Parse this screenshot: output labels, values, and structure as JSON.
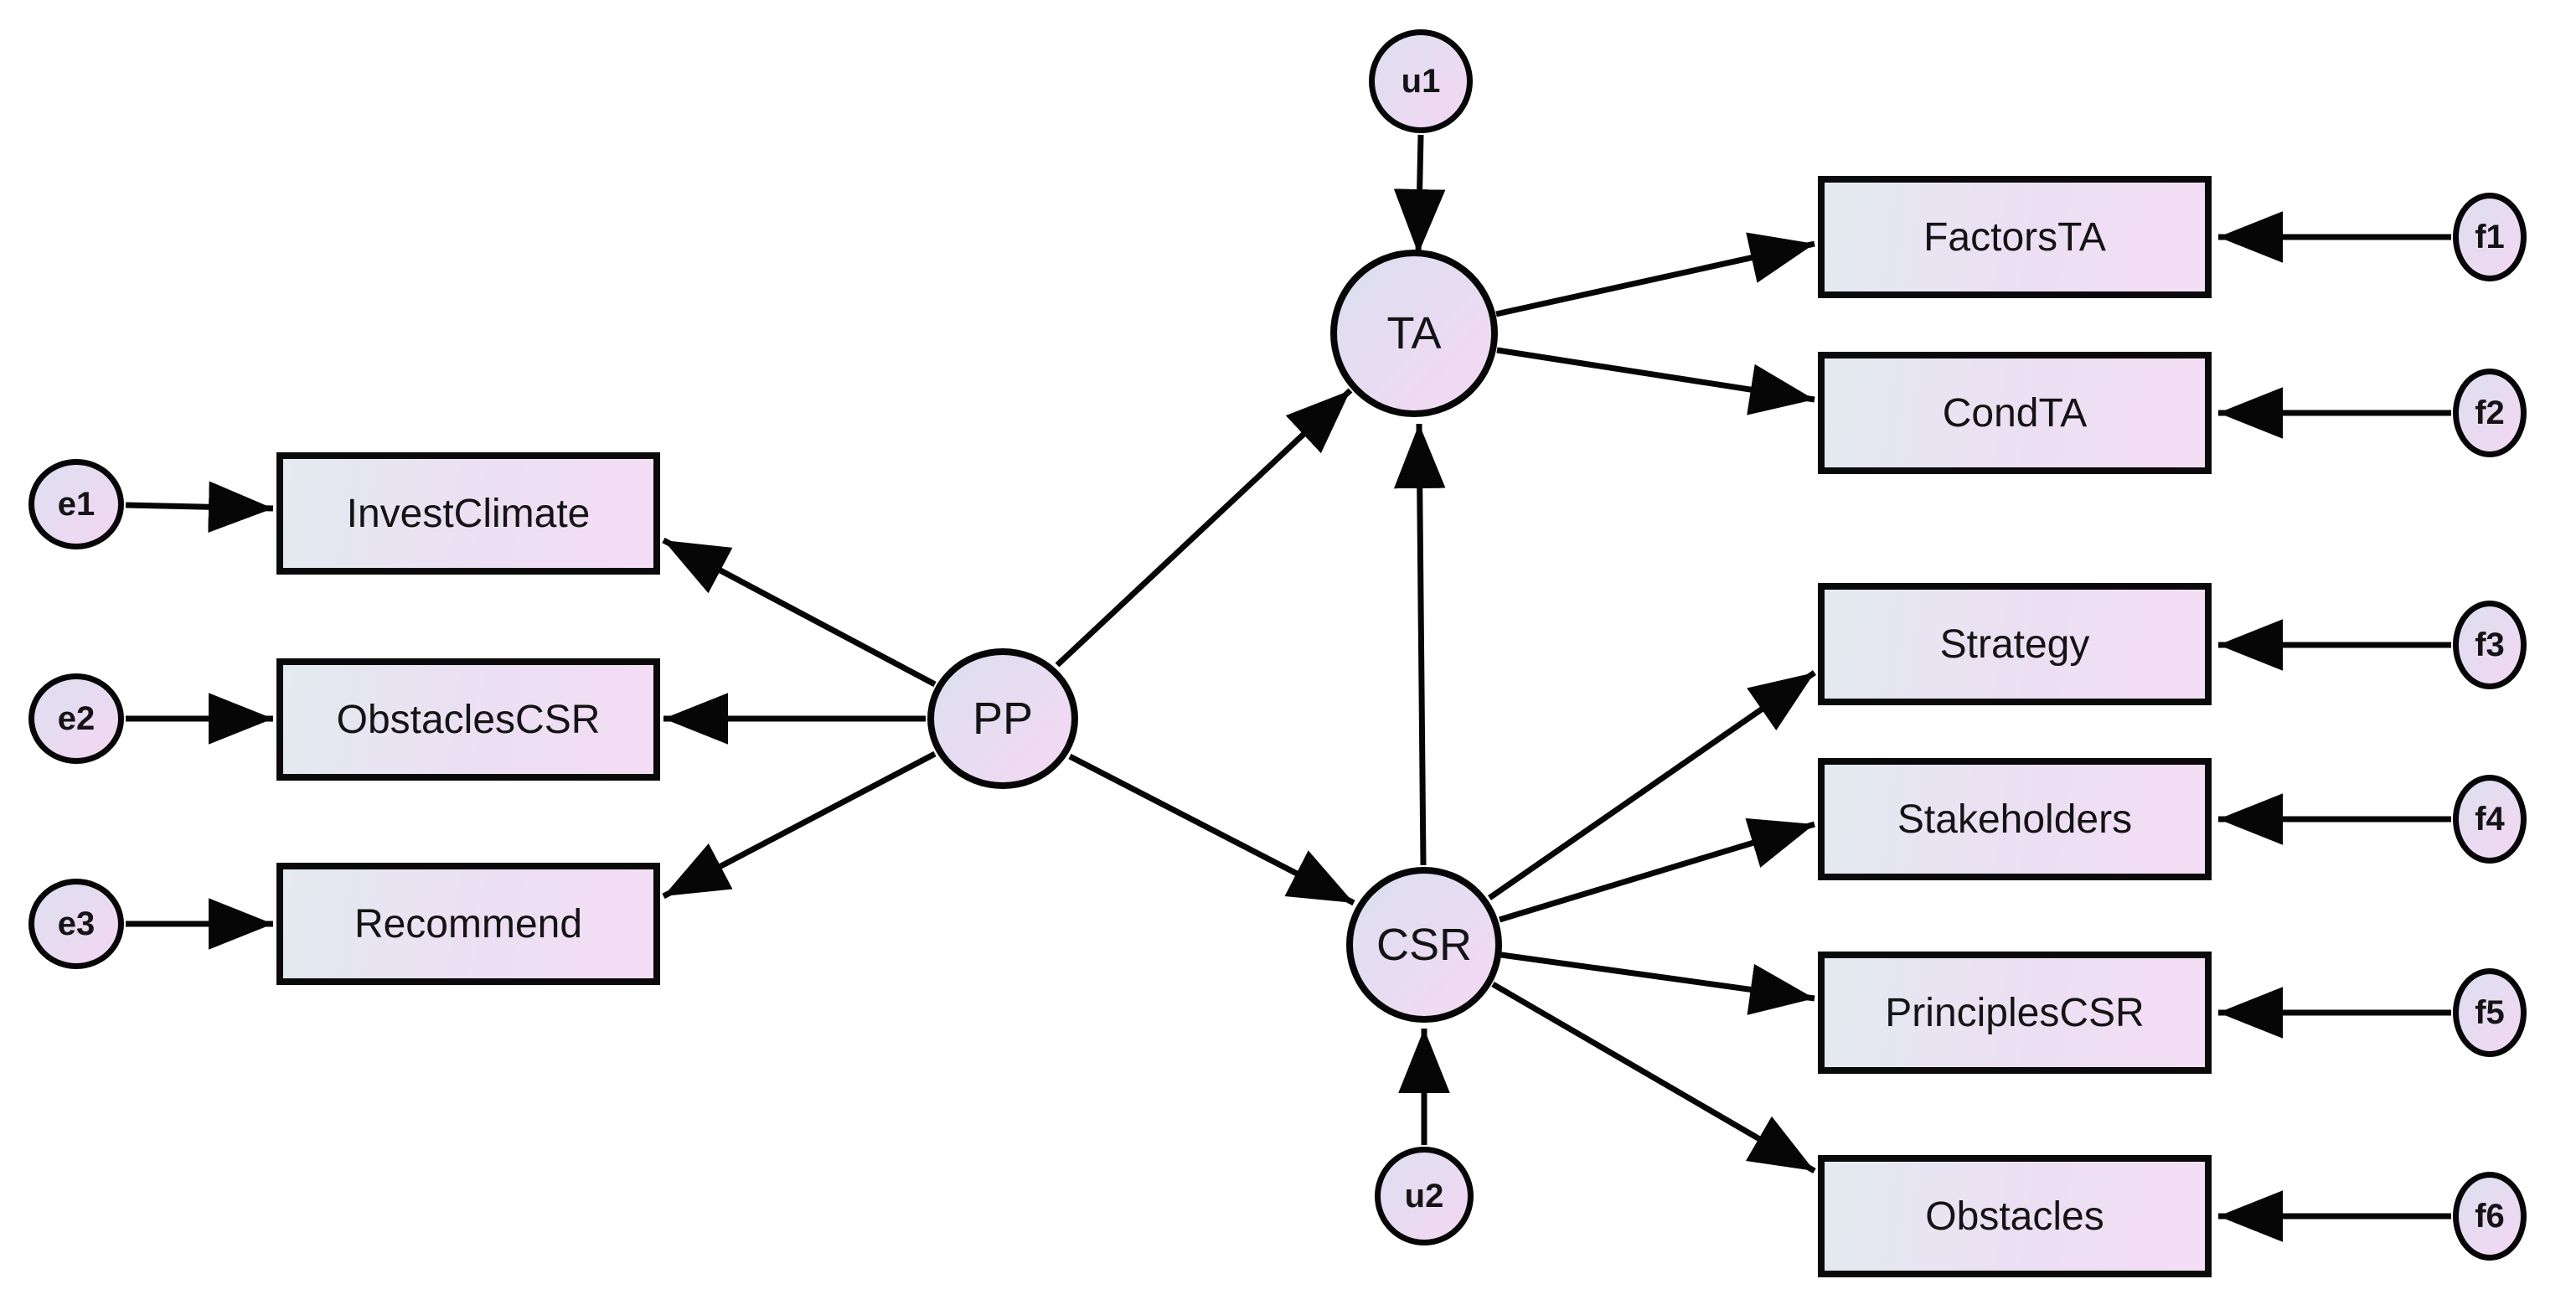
{
  "diagram": {
    "kind": "structural-equation-model-path-diagram",
    "background": "#ffffff",
    "colors": {
      "node_gradient_start": "#dadfef",
      "node_gradient_end": "#f5d7f3",
      "box_gradient_start": "#e3eaf0",
      "box_gradient_end": "#f4def5",
      "stroke": "#060606",
      "text": "#141414"
    }
  },
  "nodes": {
    "pp": {
      "label": "PP",
      "type": "latent"
    },
    "ta": {
      "label": "TA",
      "type": "latent"
    },
    "csr": {
      "label": "CSR",
      "type": "latent"
    },
    "u1": {
      "label": "u1",
      "type": "disturbance"
    },
    "u2": {
      "label": "u2",
      "type": "disturbance"
    },
    "e1": {
      "label": "e1",
      "type": "error"
    },
    "e2": {
      "label": "e2",
      "type": "error"
    },
    "e3": {
      "label": "e3",
      "type": "error"
    },
    "f1": {
      "label": "f1",
      "type": "error"
    },
    "f2": {
      "label": "f2",
      "type": "error"
    },
    "f3": {
      "label": "f3",
      "type": "error"
    },
    "f4": {
      "label": "f4",
      "type": "error"
    },
    "f5": {
      "label": "f5",
      "type": "error"
    },
    "f6": {
      "label": "f6",
      "type": "error"
    },
    "investclimate": {
      "label": "InvestClimate",
      "type": "indicator"
    },
    "obstaclescsr": {
      "label": "ObstaclesCSR",
      "type": "indicator"
    },
    "recommend": {
      "label": "Recommend",
      "type": "indicator"
    },
    "factorsta": {
      "label": "FactorsTA",
      "type": "indicator"
    },
    "condta": {
      "label": "CondTA",
      "type": "indicator"
    },
    "strategy": {
      "label": "Strategy",
      "type": "indicator"
    },
    "stakeholders": {
      "label": "Stakeholders",
      "type": "indicator"
    },
    "principlescsr": {
      "label": "PrinciplesCSR",
      "type": "indicator"
    },
    "obstacles": {
      "label": "Obstacles",
      "type": "indicator"
    }
  },
  "edges": [
    {
      "from": "PP",
      "to": "TA"
    },
    {
      "from": "PP",
      "to": "CSR"
    },
    {
      "from": "CSR",
      "to": "TA"
    },
    {
      "from": "PP",
      "to": "InvestClimate"
    },
    {
      "from": "PP",
      "to": "ObstaclesCSR"
    },
    {
      "from": "PP",
      "to": "Recommend"
    },
    {
      "from": "TA",
      "to": "FactorsTA"
    },
    {
      "from": "TA",
      "to": "CondTA"
    },
    {
      "from": "CSR",
      "to": "Strategy"
    },
    {
      "from": "CSR",
      "to": "Stakeholders"
    },
    {
      "from": "CSR",
      "to": "PrinciplesCSR"
    },
    {
      "from": "CSR",
      "to": "Obstacles"
    },
    {
      "from": "u1",
      "to": "TA"
    },
    {
      "from": "u2",
      "to": "CSR"
    },
    {
      "from": "e1",
      "to": "InvestClimate"
    },
    {
      "from": "e2",
      "to": "ObstaclesCSR"
    },
    {
      "from": "e3",
      "to": "Recommend"
    },
    {
      "from": "f1",
      "to": "FactorsTA"
    },
    {
      "from": "f2",
      "to": "CondTA"
    },
    {
      "from": "f3",
      "to": "Strategy"
    },
    {
      "from": "f4",
      "to": "Stakeholders"
    },
    {
      "from": "f5",
      "to": "PrinciplesCSR"
    },
    {
      "from": "f6",
      "to": "Obstacles"
    }
  ]
}
